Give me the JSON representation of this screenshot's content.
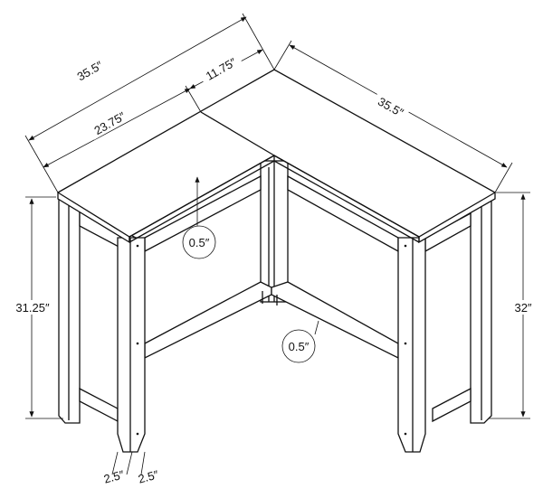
{
  "dimensions": {
    "overall_left_length": "35.5″",
    "left_arm_length": "23.75″",
    "corner_offset": "11.75″",
    "overall_right_length": "35.5″",
    "left_height": "31.25″",
    "right_height": "32″",
    "top_thickness": "0.5″",
    "shelf_thickness": "0.5″",
    "leg_width_a": "2.5″",
    "leg_width_b": "2.5″"
  },
  "colors": {
    "line": "#111111",
    "background": "#ffffff"
  }
}
